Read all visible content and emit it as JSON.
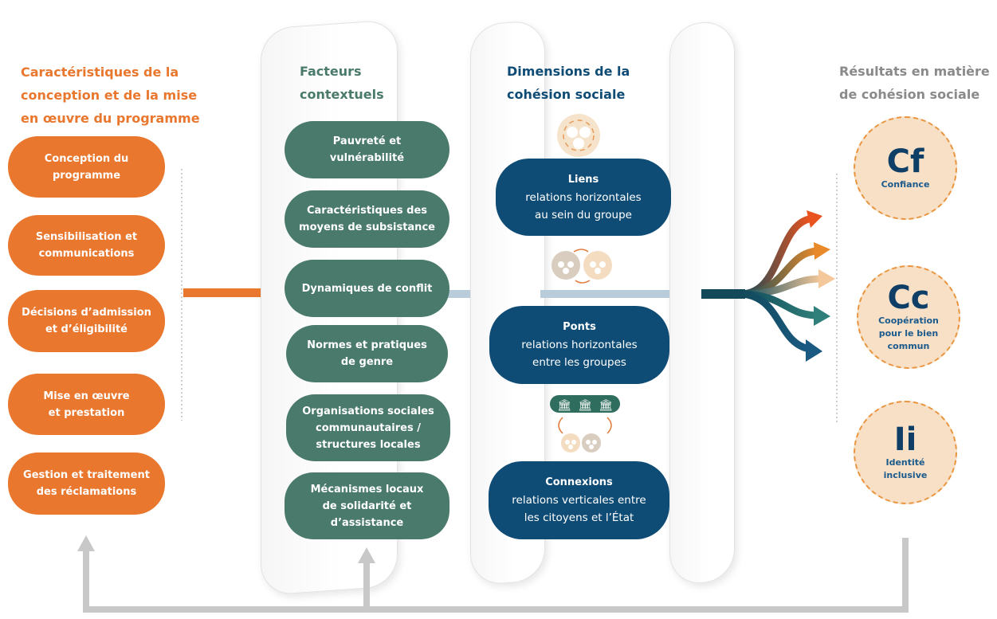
{
  "columns": {
    "design": {
      "title_lines": [
        "Caractéristiques de la",
        "conception et de la mise",
        "en œuvre du programme"
      ],
      "color": "#e9772e",
      "items": [
        [
          "Conception du",
          "programme"
        ],
        [
          "Sensibilisation et",
          "communications"
        ],
        [
          "Décisions d’admission",
          "et d’éligibilité"
        ],
        [
          "Mise en œuvre",
          "et prestation"
        ],
        [
          "Gestion et traitement",
          "des réclamations"
        ]
      ]
    },
    "context": {
      "title_lines": [
        "Facteurs",
        "contextuels"
      ],
      "color": "#4a7a6c",
      "items": [
        [
          "Pauvreté et",
          "vulnérabilité"
        ],
        [
          "Caractéristiques des",
          "moyens de subsistance"
        ],
        [
          "Dynamiques de conflit"
        ],
        [
          "Normes et pratiques",
          "de genre"
        ],
        [
          "Organisations sociales",
          "communautaires /",
          "structures locales"
        ],
        [
          "Mécanismes locaux",
          "de solidarité et",
          "d’assistance"
        ]
      ]
    },
    "dimensions": {
      "title_lines": [
        "Dimensions de la",
        "cohésion sociale"
      ],
      "color": "#0f4c75",
      "items": [
        {
          "title": "Liens",
          "desc": [
            "relations horizontales",
            "au sein du groupe"
          ]
        },
        {
          "title": "Ponts",
          "desc": [
            "relations horizontales",
            "entre les groupes"
          ]
        },
        {
          "title": "Connexions",
          "desc": [
            "relations verticales entre",
            "les citoyens et l’État"
          ]
        }
      ],
      "icons": [
        "group-circle-icon",
        "two-groups-exchange-icon",
        "state-citizens-icon"
      ]
    },
    "results": {
      "title_lines": [
        "Résultats en matière",
        "de cohésion sociale"
      ],
      "color": "#8a8a8a",
      "items": [
        {
          "symbol": "Cf",
          "label": [
            "Confiance"
          ]
        },
        {
          "symbol": "Cc",
          "label": [
            "Coopération",
            "pour le bien",
            "commun"
          ]
        },
        {
          "symbol": "Ii",
          "label": [
            "Identité",
            "inclusive"
          ]
        }
      ]
    }
  },
  "colors": {
    "orange": "#e9772e",
    "green": "#4a7a6c",
    "navy": "#0f4c75",
    "light_blue": "#b8cdd9",
    "result_fill": "#f8e0c6",
    "arrow_gray": "#c8c8c8"
  },
  "arrow_colors": [
    "#e8531f",
    "#e98a2a",
    "#f4c89a",
    "#2f7f7a",
    "#1a5a82"
  ]
}
